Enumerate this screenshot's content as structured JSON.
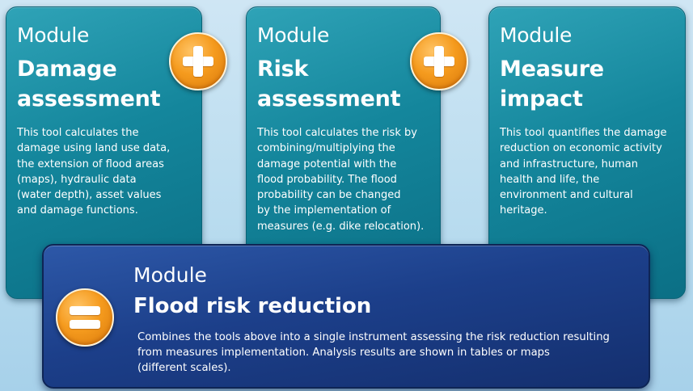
{
  "modules": [
    {
      "label": "Module",
      "title_line1": "Damage",
      "title_line2": "assessment",
      "desc_lines": [
        "This  tool calculates the",
        "damage using land use data,",
        "the extension of flood areas",
        "(maps), hydraulic data",
        "(water depth), asset values",
        "and damage functions."
      ]
    },
    {
      "label": "Module",
      "title_line1": "Risk",
      "title_line2": "assessment",
      "desc_lines": [
        "This tool calculates the risk  by",
        "combining/multiplying the",
        "damage potential with the",
        "flood probability. The flood",
        "probability can be changed",
        "by the implementation of",
        "measures (e.g. dike relocation)."
      ]
    },
    {
      "label": "Module",
      "title_line1": "Measure",
      "title_line2": "impact",
      "desc_lines": [
        "This tool quantifies the damage",
        "reduction on economic activity",
        "and infrastructure, human",
        "health and life, the",
        "environment and cultural",
        "heritage."
      ]
    }
  ],
  "result": {
    "label": "Module",
    "title": "Flood risk reduction",
    "desc_lines": [
      "Combines the tools above into a single instrument assessing the risk reduction resulting",
      "from measures implementation. Analysis results are shown  in tables or maps",
      "(different scales)."
    ]
  },
  "colors": {
    "module_card": "#14869c",
    "result_card": "#1c3f8a",
    "operator_sign": "#f59b1e"
  },
  "icons": [
    "plus-icon",
    "plus-icon",
    "equals-icon"
  ]
}
